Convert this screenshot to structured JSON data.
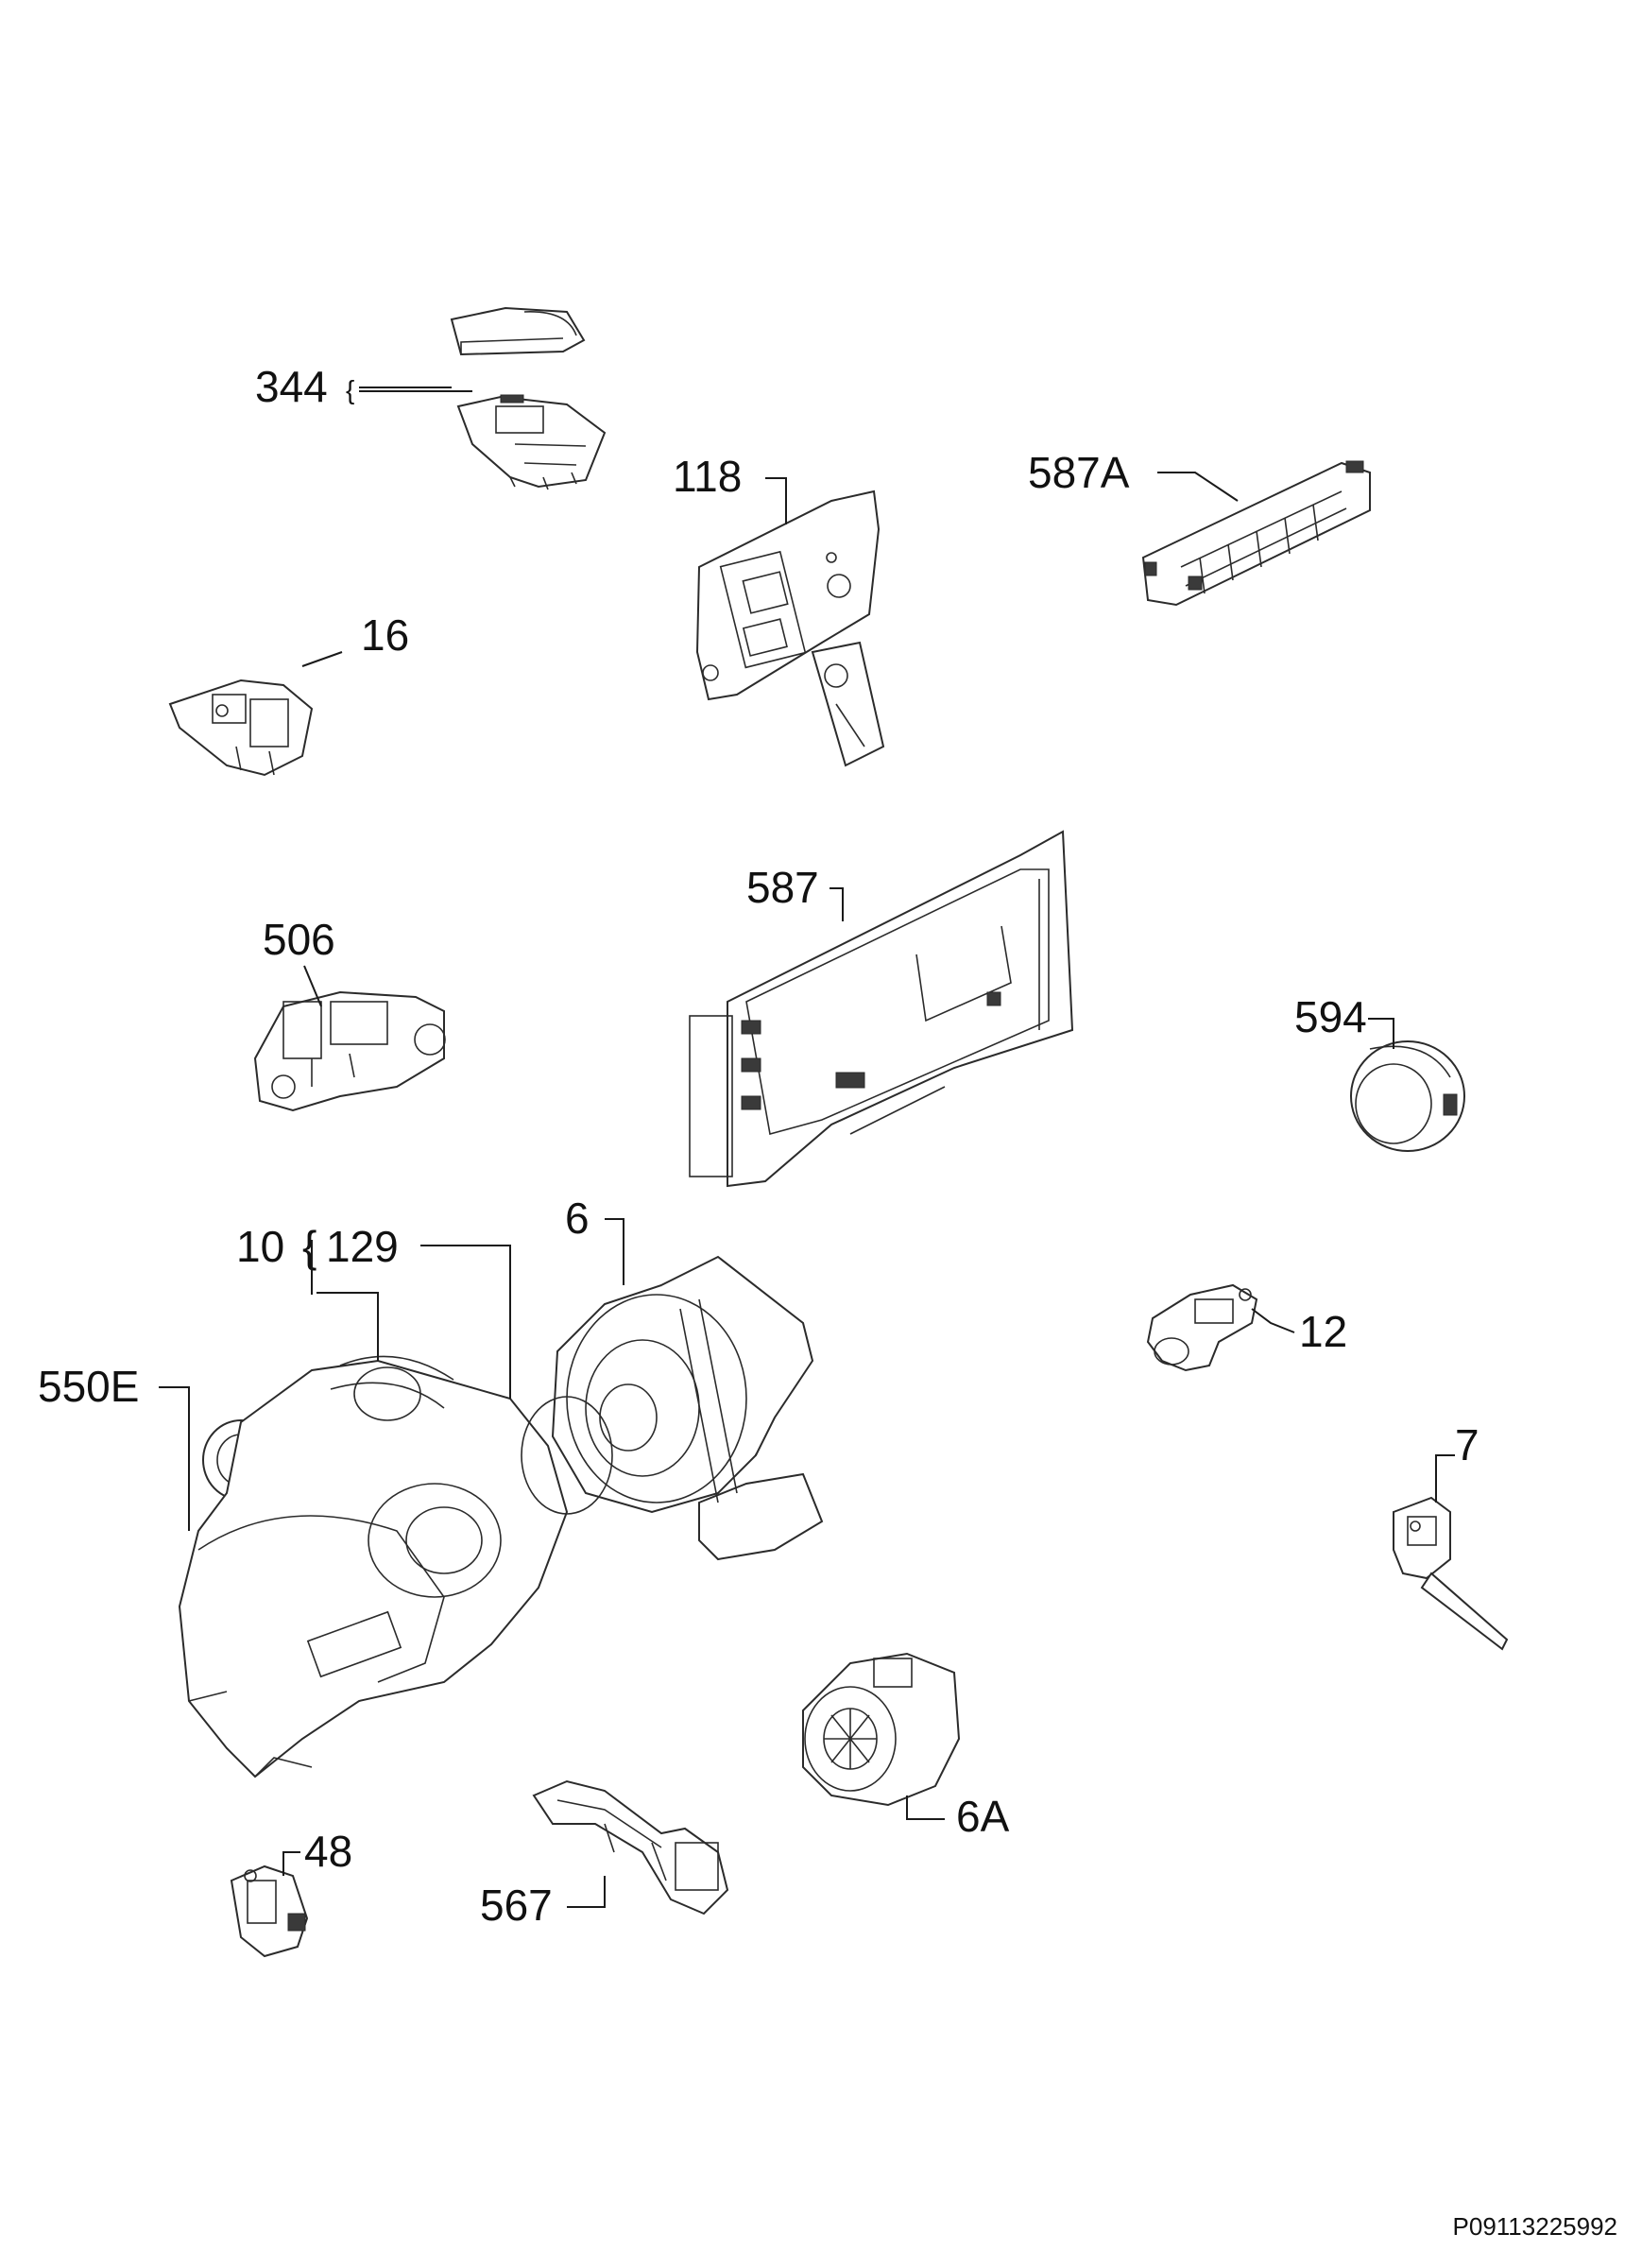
{
  "diagram": {
    "callouts": {
      "p344": "344",
      "p118": "118",
      "p587A": "587A",
      "p16": "16",
      "p506": "506",
      "p587": "587",
      "p594": "594",
      "p6": "6",
      "p10": "10",
      "p129": "129",
      "p12": "12",
      "p550E": "550E",
      "p7": "7",
      "p6A": "6A",
      "p48": "48",
      "p567": "567"
    },
    "reference_code": "P09113225992"
  }
}
